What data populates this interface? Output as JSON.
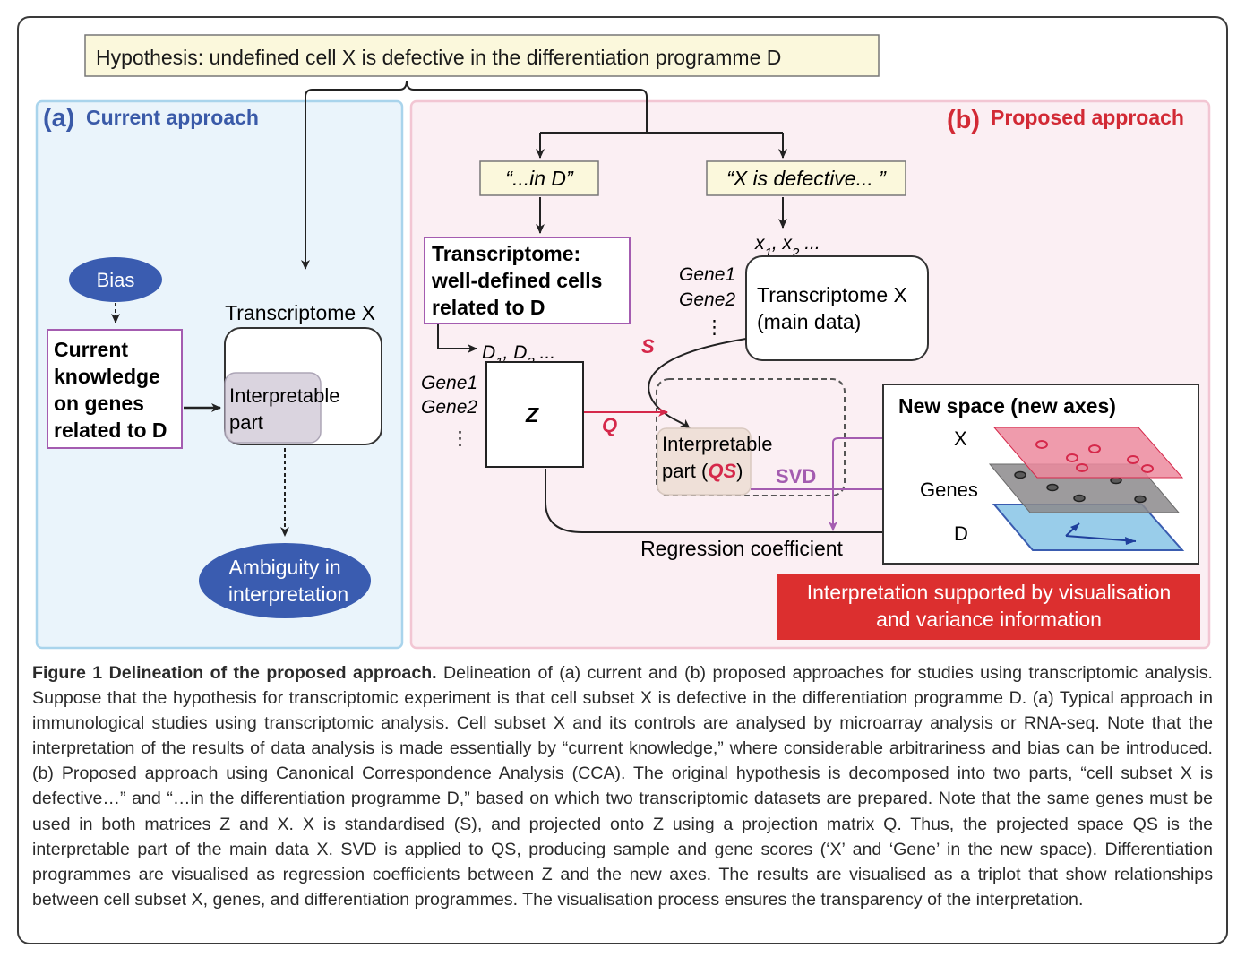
{
  "hypothesis": "Hypothesis: undefined cell X is defective in the differentiation programme D",
  "panel_a": {
    "letter": "(a)",
    "title": "Current approach",
    "bias": "Bias",
    "knowledge_lines": [
      "Current",
      "knowledge",
      "on genes",
      "related to D"
    ],
    "transcriptome_label": "Transcriptome X",
    "interpretable_lines": [
      "Interpretable",
      "part"
    ],
    "ambiguity_lines": [
      "Ambiguity in",
      "interpretation"
    ]
  },
  "panel_b": {
    "letter": "(b)",
    "title": "Proposed approach",
    "in_d": "“...in D”",
    "x_defective": "“X is defective... ”",
    "well_defined_lines": [
      "Transcriptome:",
      "well-defined cells",
      "related to D"
    ],
    "x_samples": "x1, x2 ...",
    "d_samples": "D1, D2 ...",
    "gene1": "Gene1",
    "gene2": "Gene2",
    "ellipsis_v": "⋮",
    "transcriptome_x_lines": [
      "Transcriptome X",
      "(main data)"
    ],
    "z_label": "Z",
    "q_label": "Q",
    "s_label": "S",
    "svd_label": "SVD",
    "interpretable_line1": "Interpretable",
    "interpretable_line2_pre": "part (",
    "interpretable_line2_qs": "QS",
    "interpretable_line2_post": ")",
    "regression_label": "Regression coefficient",
    "new_space_title": "New space (new axes)",
    "axis_x": "X",
    "axis_genes": "Genes",
    "axis_d": "D",
    "interpretation_lines": [
      "Interpretation supported by visualisation",
      "and variance information"
    ]
  },
  "colors": {
    "panel_a_bg": "#eaf4fb",
    "panel_a_border": "#a9d4ec",
    "panel_a_title": "#3a5aa8",
    "panel_b_bg": "#fbeff3",
    "panel_b_border": "#f2c6d3",
    "panel_b_title": "#d22a35",
    "ellipse_blue": "#3a5cb0",
    "purple": "#a45cb0",
    "red": "#d5284a",
    "note_fill": "#fbf8dc",
    "banner_red": "#dc2f2f"
  },
  "caption": {
    "title": "Figure 1 Delineation of the proposed approach.",
    "text": " Delineation of (a) current and (b) proposed approaches for studies using transcriptomic analysis. Suppose that the hypothesis for transcriptomic experiment is that cell subset X is defective in the differentiation programme D. (a) Typical approach in immunological studies using transcriptomic analysis. Cell subset X and its controls are analysed by microarray analysis or RNA-seq. Note that the interpretation of the results of data analysis is made essentially by “current knowledge,” where considerable arbitrariness and bias can be introduced. (b) Proposed approach using Canonical Correspondence Analysis (CCA). The original hypothesis is decomposed into two parts, “cell subset X is defective…” and “…in the differentiation programme D,” based on which two transcriptomic datasets are prepared. Note that the same genes must be used in both matrices Z and X. X is standardised (S), and projected onto Z using a projection matrix Q. Thus, the projected space QS is the interpretable part of the main data X. SVD is applied to QS, producing sample and gene scores (‘X’ and ‘Gene’ in the new space). Differentiation programmes are visualised as regression coefficients between Z and the new axes. The results are visualised as a triplot that show relationships between cell subset X, genes, and differentiation programmes. The visualisation process ensures the transparency of the interpretation."
  }
}
